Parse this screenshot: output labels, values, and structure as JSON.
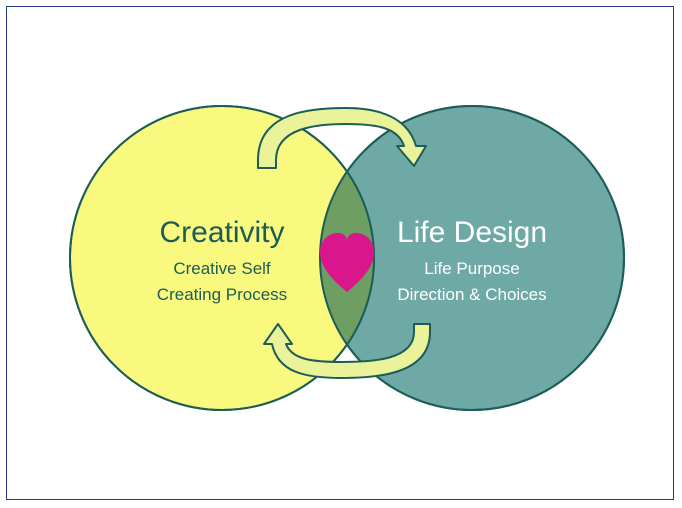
{
  "left_circle": {
    "title": "Creativity",
    "line1": "Creative Self",
    "line2": "Creating Process"
  },
  "right_circle": {
    "title": "Life Design",
    "line1": "Life Purpose",
    "line2": "Direction & Choices"
  },
  "colors": {
    "frame_border": "#1f3a8a",
    "left_fill": "#f9f980",
    "right_fill": "#6fa9a5",
    "overlap_fill": "#6f9e62",
    "outline": "#1c5e57",
    "left_text": "#1d5c56",
    "right_text": "#ffffff",
    "heart": "#d9168c",
    "arrow_fill": "#eaf39a"
  },
  "icons": {
    "center": "heart-icon",
    "top": "curved-arrow-right-icon",
    "bottom": "curved-arrow-left-icon"
  }
}
